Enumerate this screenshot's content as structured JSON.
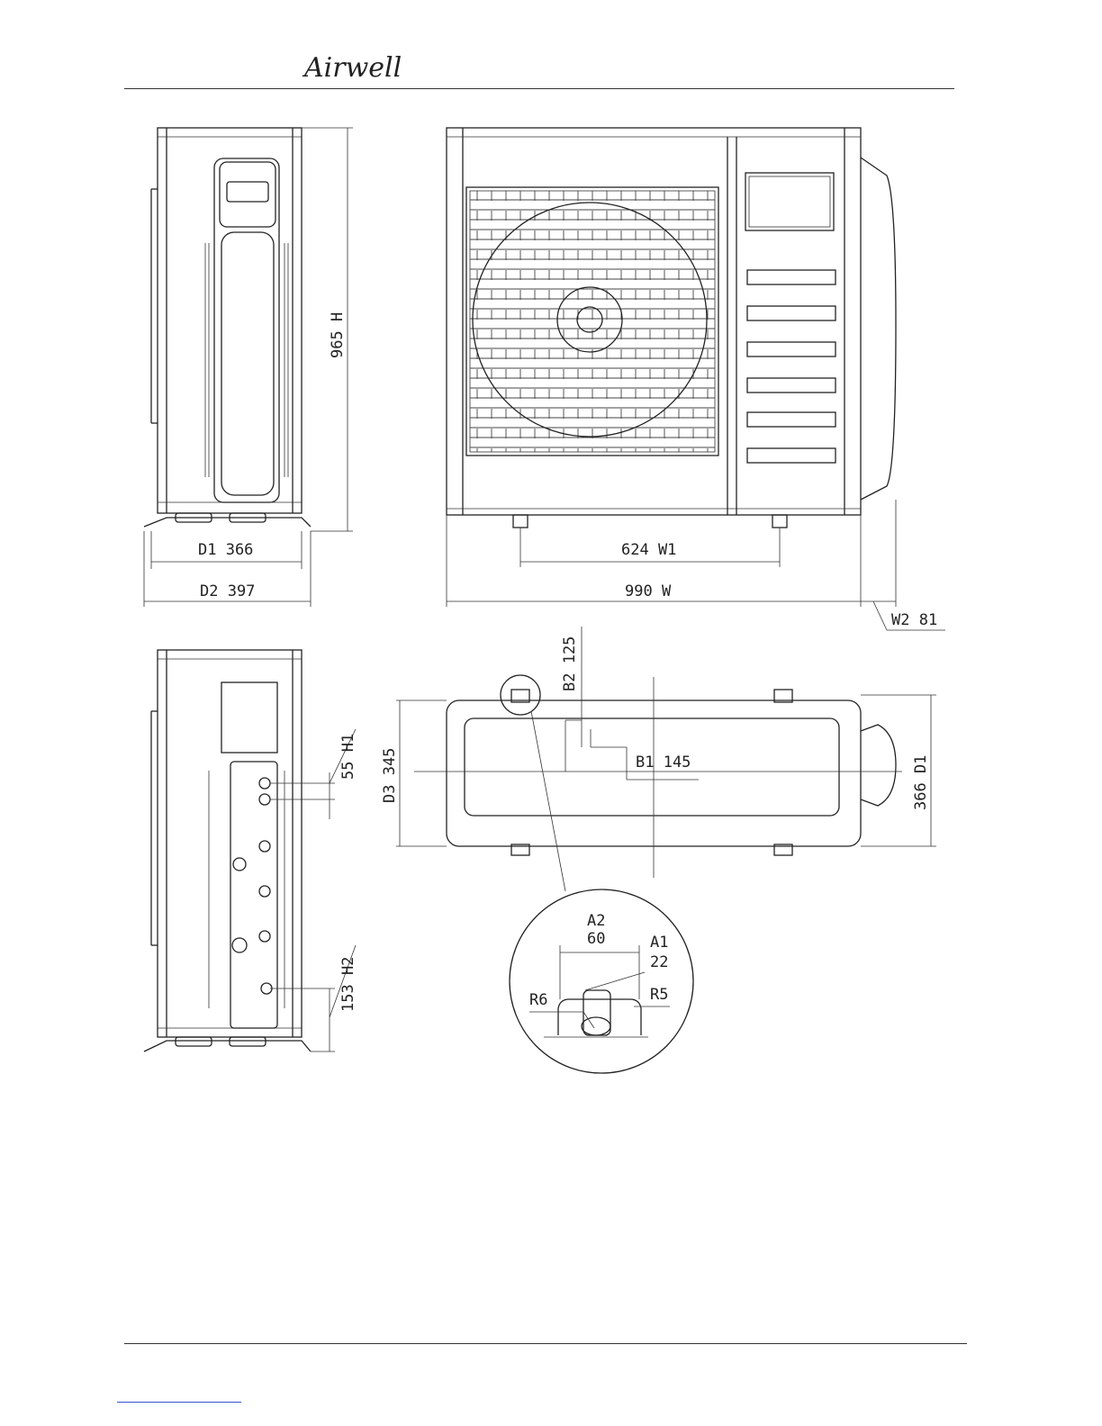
{
  "header": {
    "brand": "Airwell"
  },
  "dimensions": {
    "d1": "D1 366",
    "d2": "D2 397",
    "h": "965 H",
    "w1": "624 W1",
    "w": "990 W",
    "w2": "W2 81",
    "h1": "55 H1",
    "h2": "153 H2",
    "b2": "B2 125",
    "b1": "B1 145",
    "d3": "D3 345",
    "d1_right": "366 D1",
    "a2_label": "A2",
    "a2_value": "60",
    "a1_label": "A1",
    "a1_value": "22",
    "r6": "R6",
    "r5": "R5"
  }
}
